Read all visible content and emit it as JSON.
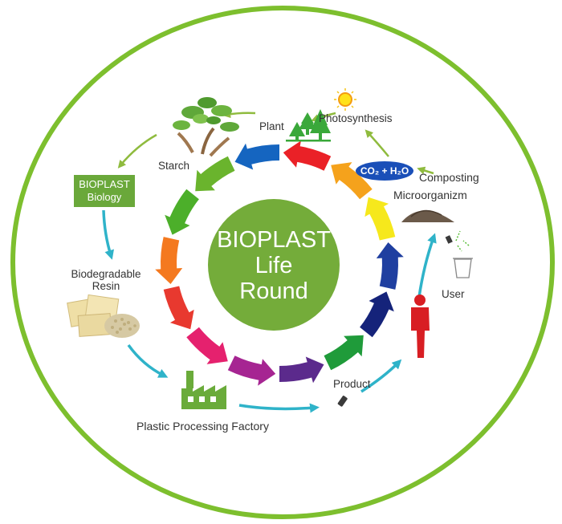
{
  "center": {
    "line1": "BIOPLAST",
    "line2": "Life",
    "line3": "Round"
  },
  "labels": {
    "photosynthesis": "Photosynthesis",
    "plant": "Plant",
    "starch": "Starch",
    "biology_line1": "BIOPLAST",
    "biology_line2": "Biology",
    "resin_line1": "Biodegradable",
    "resin_line2": "Resin",
    "factory": "Plastic Processing Factory",
    "product": "Product",
    "user": "User",
    "composting": "Composting",
    "microorganism": "Microorganizm",
    "co2": "CO₂ + H₂O"
  },
  "ring_colors": [
    "#1565c0",
    "#6ab42d",
    "#4caf2a",
    "#f4791f",
    "#e8392f",
    "#e5216e",
    "#a62592",
    "#5b2a8c",
    "#1f9b3a",
    "#15237a",
    "#1f3fa0",
    "#f6e81c",
    "#f5a21c",
    "#ea2127"
  ],
  "colors": {
    "outer_ring": "#7dbf2e",
    "center": "#74ac3a",
    "flow_green": "#8fbb3e",
    "flow_blue": "#2fb3c9",
    "biology_box": "#6aa83a",
    "co2_oval": "#1a4fb8",
    "user": "#d81e23"
  },
  "icons": [
    "sun-icon",
    "trees-icon",
    "cassava-plant-icon",
    "resin-bags-icon",
    "factory-icon",
    "product-item-icon",
    "user-person-icon",
    "soil-pile-icon",
    "compost-bin-icon"
  ]
}
